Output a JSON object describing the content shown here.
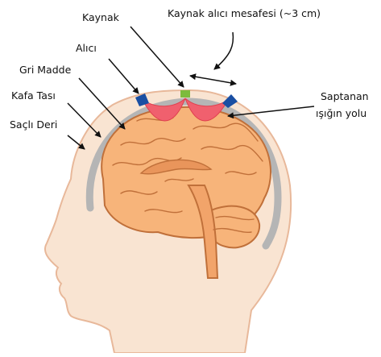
{
  "labels": {
    "source": "Kaynak",
    "source_detector_distance": "Kaynak alıcı mesafesi (~3 cm)",
    "detector": "Alıcı",
    "gray_matter": "Gri Madde",
    "skull": "Kafa Tası",
    "scalp": "Saçlı Deri",
    "detected_light_path_line1": "Saptanan",
    "detected_light_path_line2": "ışığın yolu"
  },
  "colors": {
    "skin": "#f9e4d2",
    "skin_outline": "#e8b89a",
    "skull": "#b5b5b5",
    "brain": "#f7b47a",
    "brain_outline": "#c0703a",
    "light_path": "#f0606e",
    "detector": "#1a4fa3",
    "source": "#7dbb3c",
    "arrow": "#111111"
  }
}
